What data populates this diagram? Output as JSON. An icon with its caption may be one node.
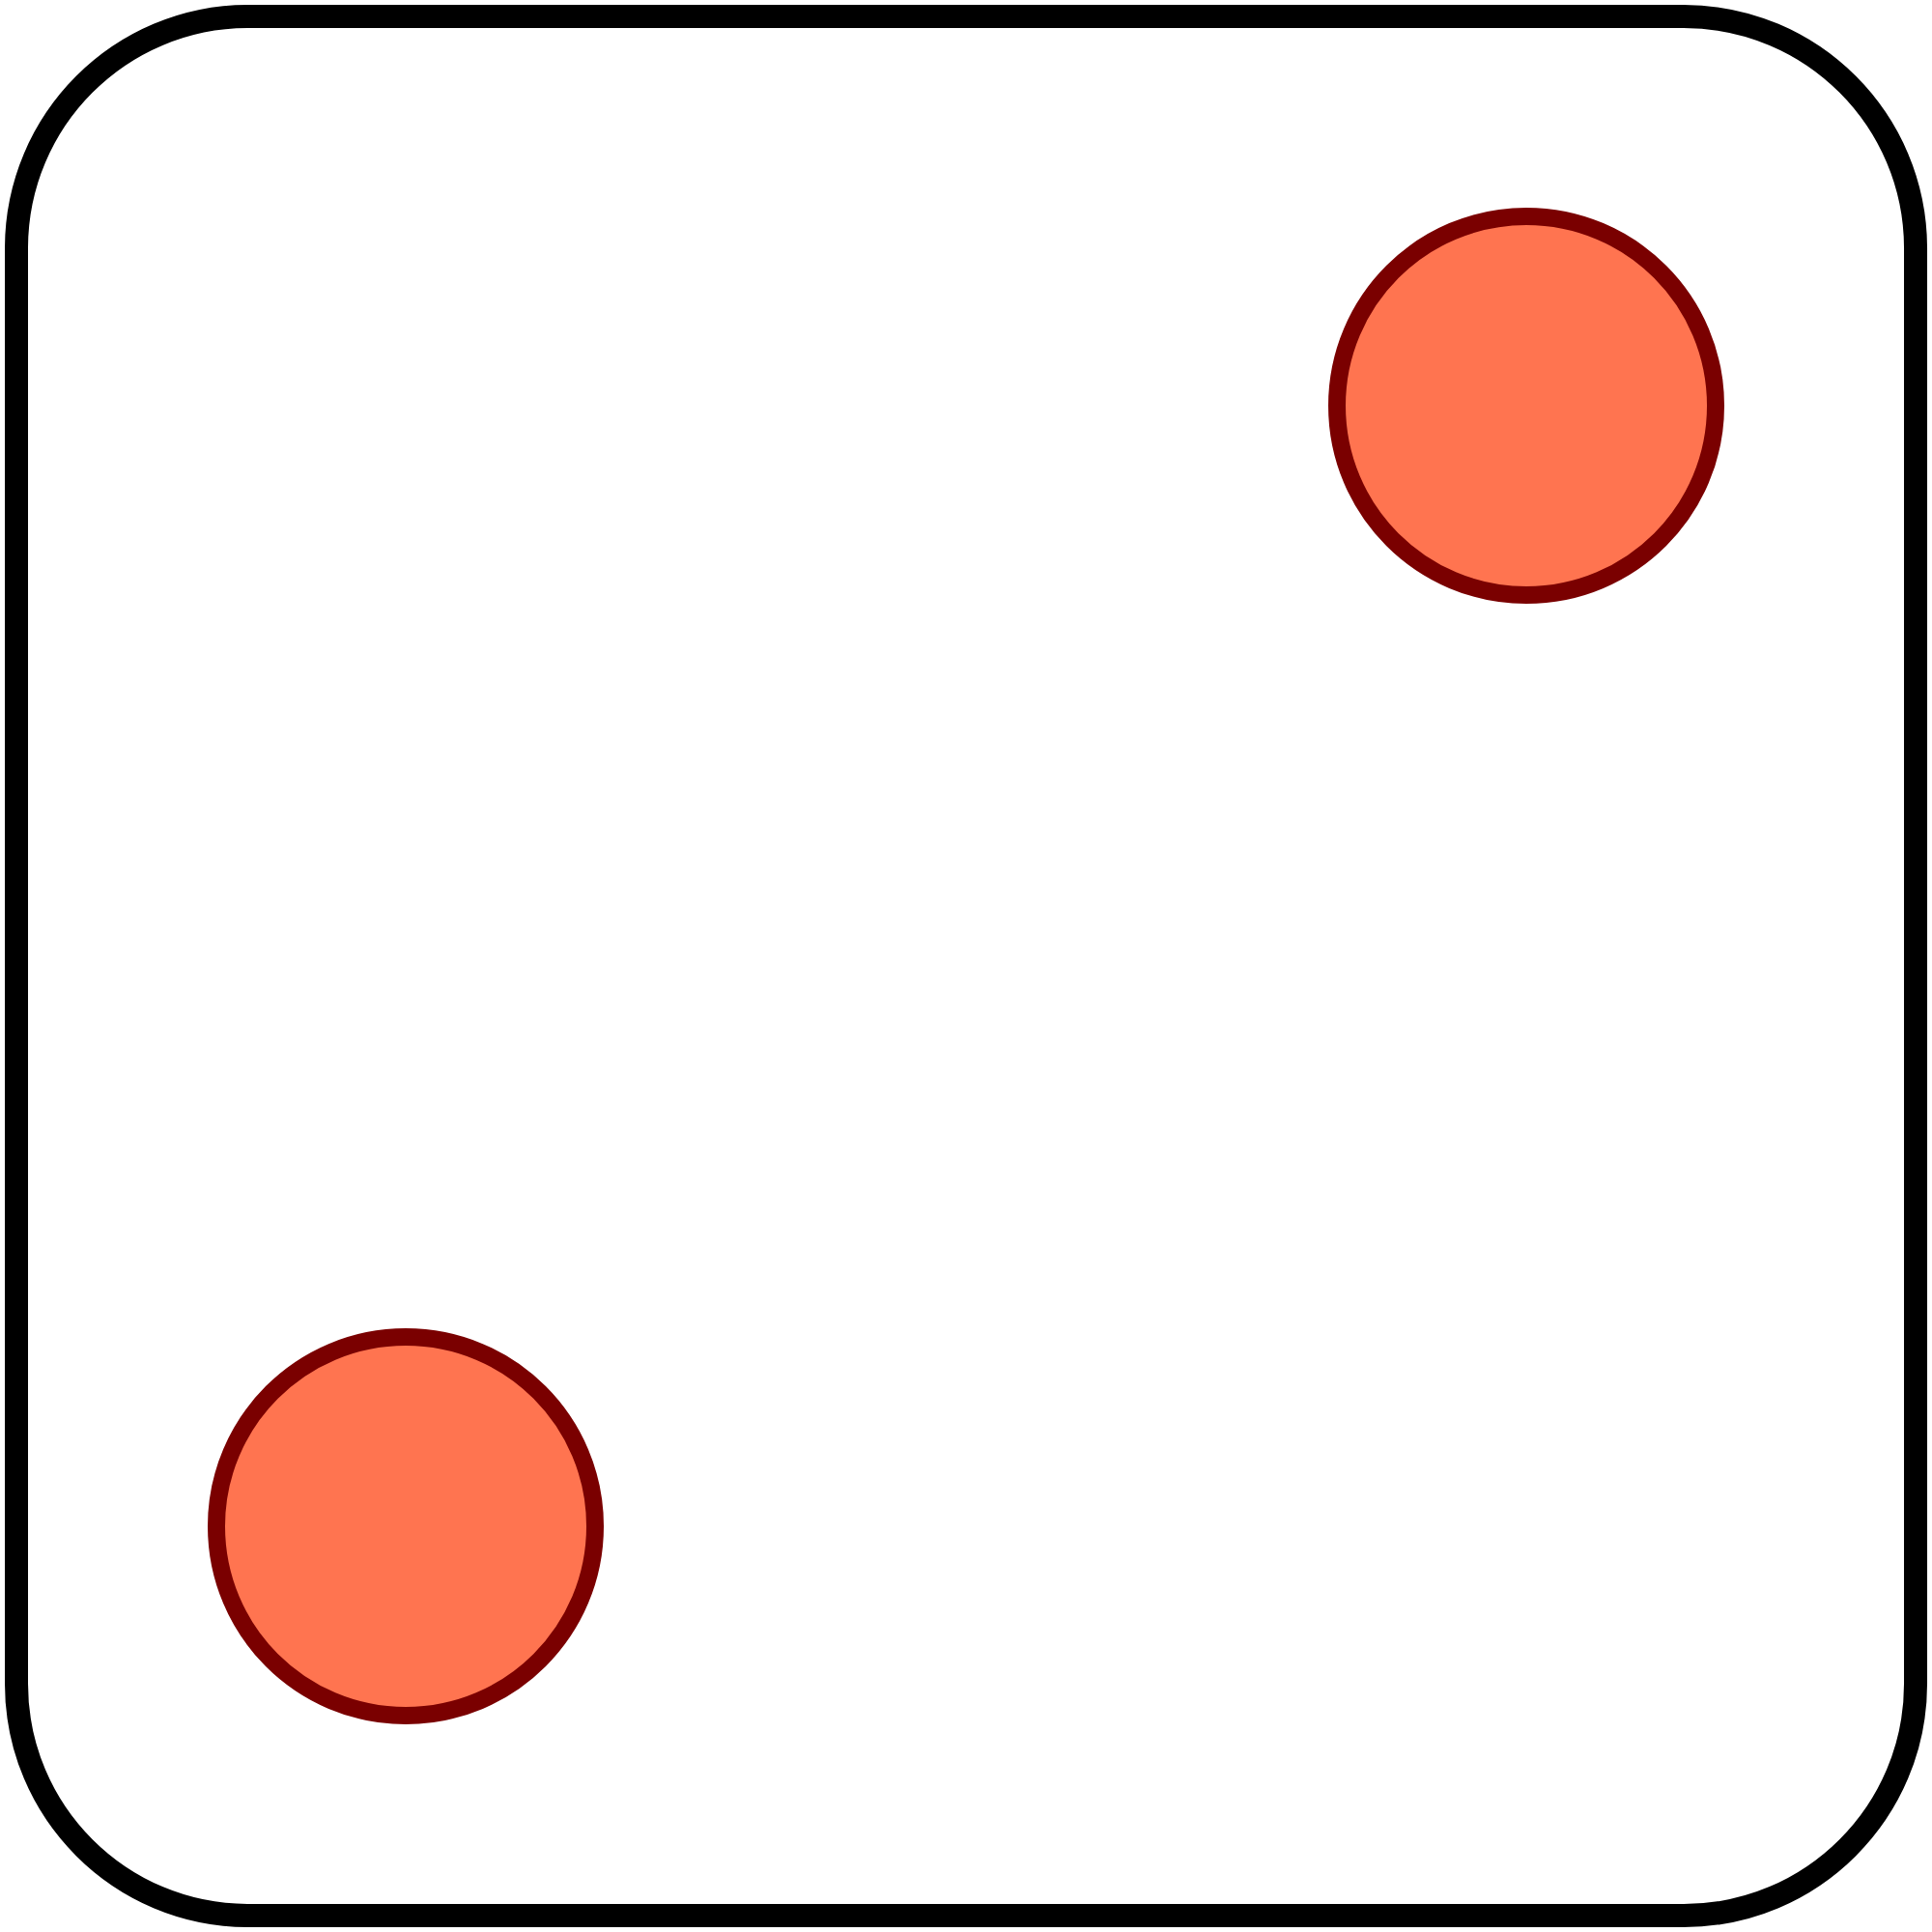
{
  "diagram": {
    "nodes": [
      {
        "text": [],
        "shape": "box"
      },
      {
        "text": [],
        "shape": "circle",
        "in": 0
      },
      {
        "text": [],
        "shape": "circle",
        "in": 0
      }
    ]
  }
}
